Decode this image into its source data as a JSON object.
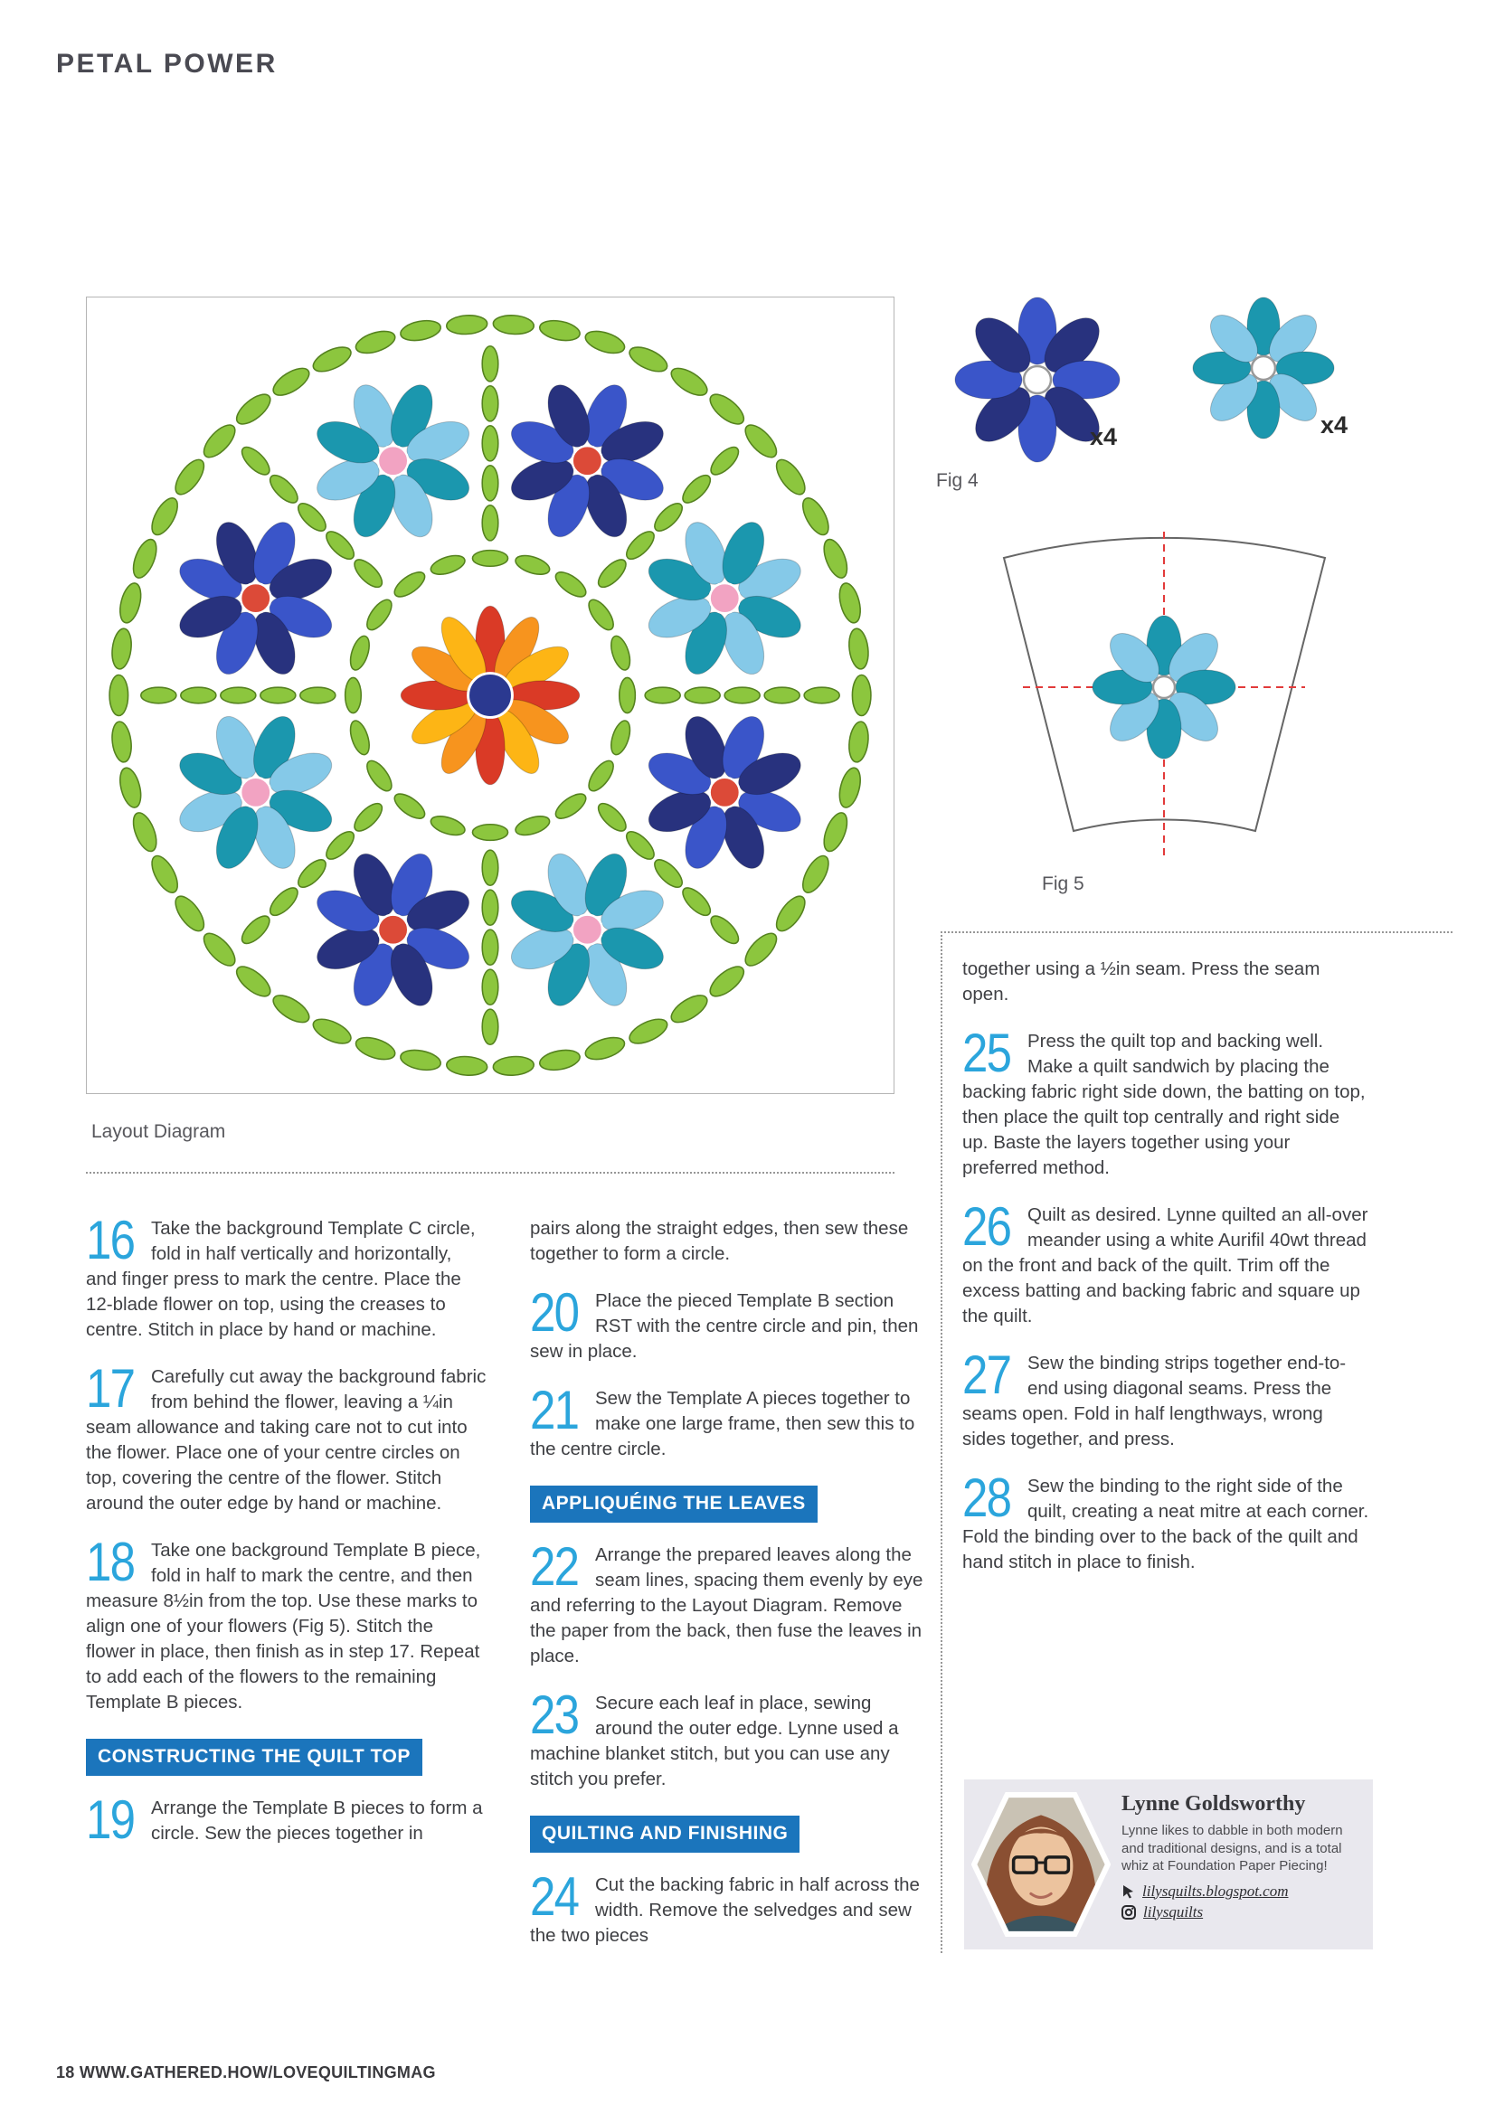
{
  "page": {
    "title": "PETAL POWER",
    "footer": "18 WWW.GATHERED.HOW/LOVEQUILTINGMAG"
  },
  "diagram": {
    "caption": "Layout Diagram",
    "colors": {
      "leaf": "#8cc63e",
      "leaf_outline": "#55821f",
      "royal": "#3a55c9",
      "navy": "#28327e",
      "red_center": "#dc4a38",
      "teal": "#1b97ae",
      "light_blue": "#85c9e8",
      "pink_center": "#f2a3c2",
      "red": "#da3a26",
      "orange": "#f7941e",
      "yellow": "#fdb515",
      "dresden_center": "#2b3990",
      "dash_red": "#e23b3b"
    }
  },
  "figures": {
    "fig4": {
      "caption": "Fig 4",
      "left_label": "x4",
      "right_label": "x4"
    },
    "fig5": {
      "caption": "Fig 5"
    }
  },
  "columns": {
    "col1": [
      {
        "type": "step",
        "num": "16",
        "text": "Take the background Template C circle, fold in half vertically and horizontally, and finger press to mark the centre. Place the 12-blade flower on top, using the creases to centre. Stitch in place by hand or machine."
      },
      {
        "type": "step",
        "num": "17",
        "text": "Carefully cut away the background fabric from behind the flower, leaving a ¼in seam allowance and taking care not to cut into the flower. Place one of your centre circles on top, covering the centre of the flower. Stitch around the outer edge by hand or machine."
      },
      {
        "type": "step",
        "num": "18",
        "text": "Take one background Template B piece, fold in half to mark the centre, and then measure 8½in from the top. Use these marks to align one of your flowers (Fig 5). Stitch the flower in place, then finish as in step 17. Repeat to add each of the flowers to the remaining Template B pieces."
      },
      {
        "type": "heading",
        "text": "CONSTRUCTING THE QUILT TOP"
      },
      {
        "type": "step",
        "num": "19",
        "text": "Arrange the Template B pieces to form a circle. Sew the pieces together in"
      }
    ],
    "col2": [
      {
        "type": "cont",
        "text": "pairs along the straight edges, then sew these together to form a circle."
      },
      {
        "type": "step",
        "num": "20",
        "text": "Place the pieced Template B section RST with the centre circle and pin, then sew in place."
      },
      {
        "type": "step",
        "num": "21",
        "text": "Sew the Template A pieces together to make one large frame, then sew this to the centre circle."
      },
      {
        "type": "heading",
        "text": "APPLIQUÉING THE LEAVES"
      },
      {
        "type": "step",
        "num": "22",
        "text": "Arrange the prepared leaves along the seam lines, spacing them evenly by eye and referring to the Layout Diagram. Remove the paper from the back, then fuse the leaves in place."
      },
      {
        "type": "step",
        "num": "23",
        "text": "Secure each leaf in place, sewing around the outer edge. Lynne used a machine blanket stitch, but you can use any stitch you prefer."
      },
      {
        "type": "heading",
        "text": "QUILTING AND FINISHING"
      },
      {
        "type": "step",
        "num": "24",
        "text": "Cut the backing fabric in half across the width. Remove the selvedges and sew the two pieces"
      }
    ],
    "col3": [
      {
        "type": "cont",
        "text": "together using a ½in seam. Press the seam open."
      },
      {
        "type": "step",
        "num": "25",
        "text": "Press the quilt top and backing well. Make a quilt sandwich by placing the backing fabric right side down, the batting on top, then place the quilt top centrally and right side up. Baste the layers together using your preferred method."
      },
      {
        "type": "step",
        "num": "26",
        "text": "Quilt as desired. Lynne quilted an all-over meander using a white Aurifil 40wt thread on the front and back of the quilt. Trim off the excess batting and backing fabric and square up the quilt."
      },
      {
        "type": "step",
        "num": "27",
        "text": "Sew the binding strips together end-to-end using diagonal seams. Press the seams open. Fold in half lengthways, wrong sides together, and press."
      },
      {
        "type": "step",
        "num": "28",
        "text": "Sew the binding to the right side of the quilt, creating a neat mitre at each corner. Fold the binding over to the back of the quilt and hand stitch in place to finish."
      }
    ]
  },
  "author": {
    "name": "Lynne Goldsworthy",
    "bio": "Lynne likes to dabble in both modern and traditional designs, and is a total whiz at Foundation Paper Piecing!",
    "blog": "lilysquilts.blogspot.com",
    "instagram": "lilysquilts"
  }
}
